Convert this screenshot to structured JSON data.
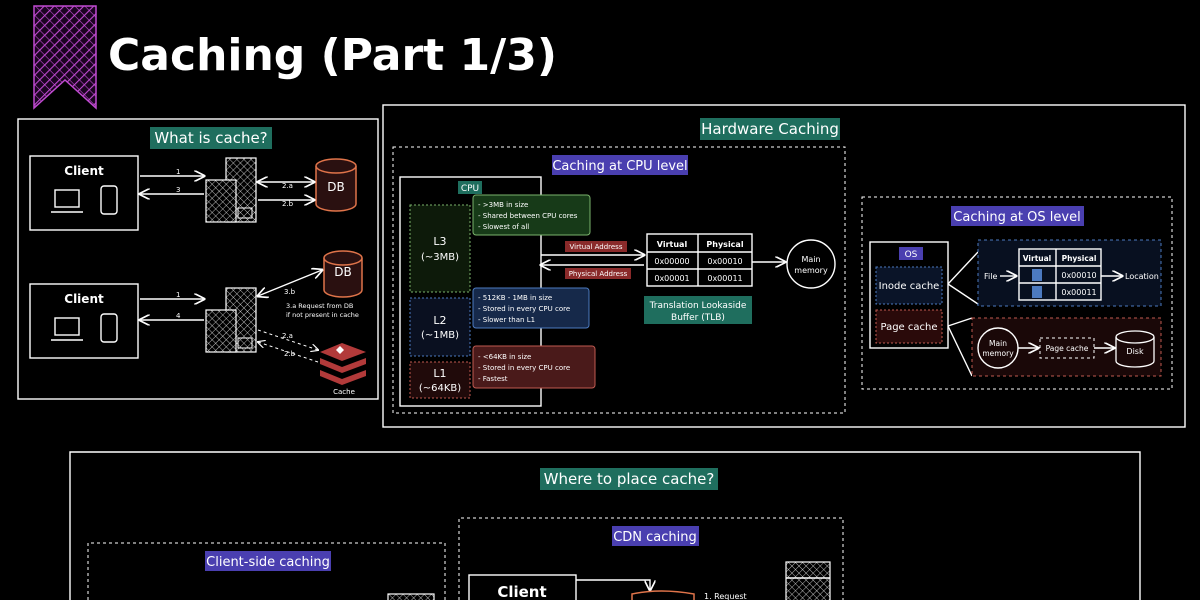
{
  "title": "Caching (Part 1/3)",
  "colors": {
    "bookmark": "#c04ad0",
    "teal_label": "#1f6e5e",
    "purple_label": "#4a3fb0",
    "l3_green": "#7ab36b",
    "l2_blue": "#4c7ac0",
    "l1_red": "#c05a50",
    "redis": "#b23a3a",
    "db_orange": "#e0744a"
  },
  "what_is_cache": {
    "title": "What is cache?",
    "client_label": "Client",
    "db_label": "DB",
    "cache_label": "Cache",
    "top_arrows": [
      "1",
      "3",
      "2.a",
      "2.b"
    ],
    "bottom_arrows": [
      "1",
      "4",
      "3.b",
      "2.a",
      "2.b"
    ],
    "note_line1": "3.a Request from DB",
    "note_line2": "if not present in cache"
  },
  "hardware": {
    "title": "Hardware Caching",
    "cpu_level": {
      "title": "Caching at CPU level",
      "cpu_label": "CPU",
      "l3": {
        "name": "L3",
        "size": "(~3MB)",
        "notes": [
          "- >3MB in size",
          "- Shared between CPU cores",
          "- Slowest of all"
        ]
      },
      "l2": {
        "name": "L2",
        "size": "(~1MB)",
        "notes": [
          "- 512KB - 1MB in size",
          "- Stored in every CPU core",
          "- Slower than L1"
        ]
      },
      "l1": {
        "name": "L1",
        "size": "(~64KB)",
        "notes": [
          "- <64KB in size",
          "- Stored in every CPU core",
          "- Fastest"
        ]
      },
      "virtual_address": "Virtual Address",
      "physical_address": "Physical Address",
      "tlb": {
        "headers": [
          "Virtual",
          "Physical"
        ],
        "rows": [
          [
            "0x00000",
            "0x00010"
          ],
          [
            "0x00001",
            "0x00011"
          ]
        ],
        "label_line1": "Translation Lookaside",
        "label_line2": "Buffer (TLB)"
      },
      "main_memory_line1": "Main",
      "main_memory_line2": "memory"
    },
    "os_level": {
      "title": "Caching at OS level",
      "os_label": "OS",
      "inode_cache": "Inode cache",
      "page_cache": "Page cache",
      "file_label": "File",
      "location_label": "Location",
      "table_headers": [
        "Virtual",
        "Physical"
      ],
      "table_rows": [
        "0x00010",
        "0x00011"
      ],
      "main_memory_line1": "Main",
      "main_memory_line2": "memory",
      "page_cache_box": "Page cache",
      "disk_label": "Disk"
    }
  },
  "where": {
    "title": "Where to place cache?",
    "client_side": "Client-side caching",
    "cdn": "CDN caching",
    "client_label": "Client",
    "request_label": "1. Request"
  }
}
